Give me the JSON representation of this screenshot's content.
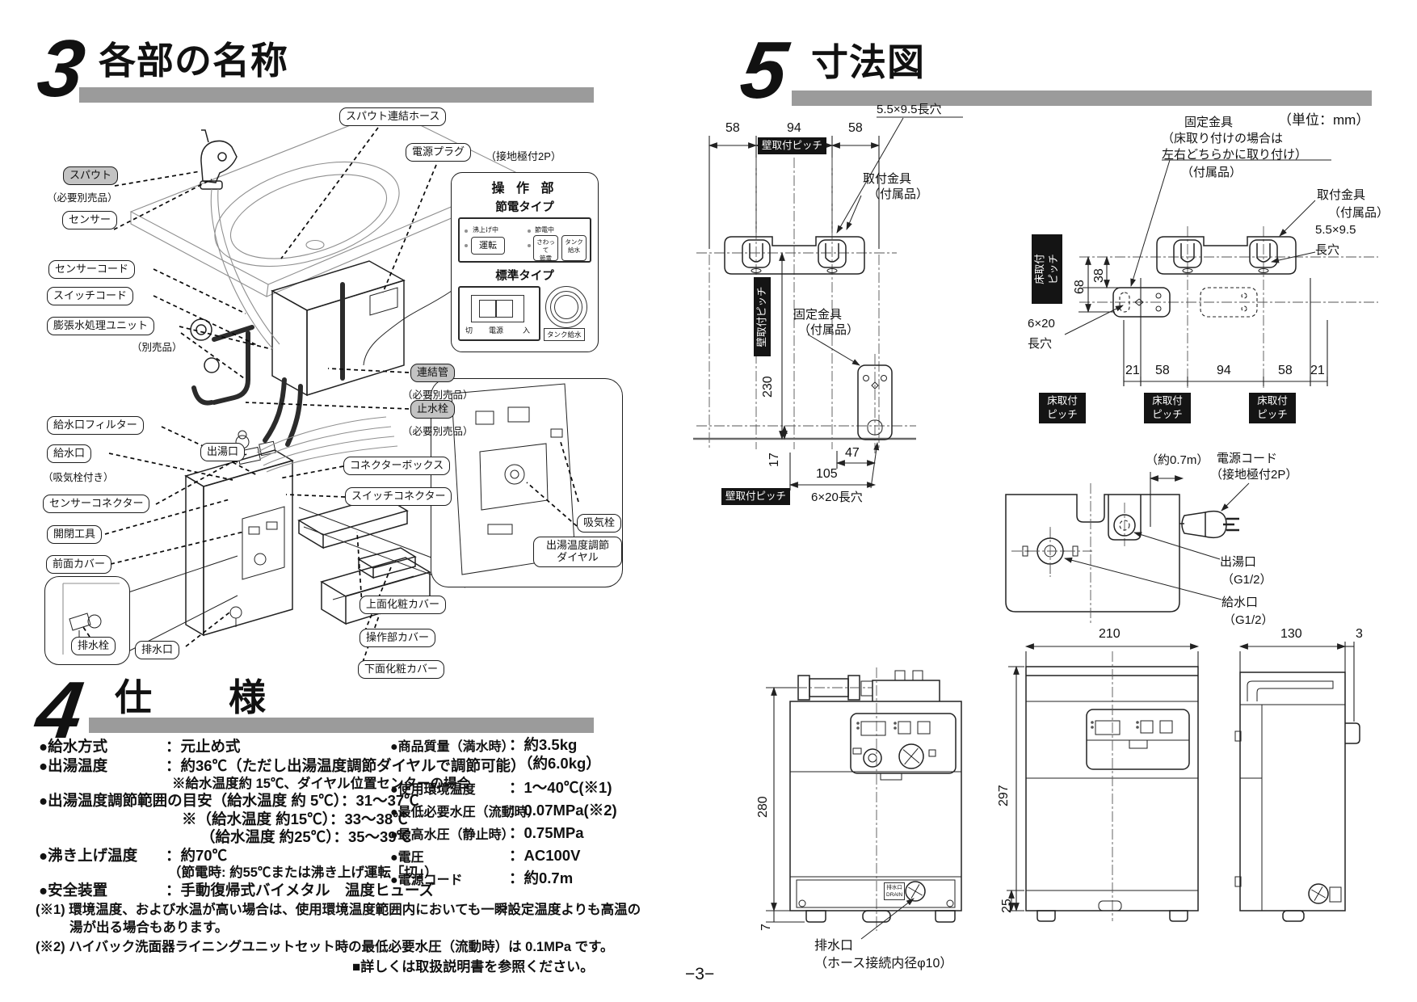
{
  "page": {
    "number": "−3−"
  },
  "s3": {
    "num": "3",
    "title": "各部の名称",
    "callouts": {
      "spout_hose": "スパウト連結ホース",
      "power_plug": "電源プラグ",
      "ground": "（接地極付2P）",
      "spout": "スパウト",
      "opt_note": "（必要別売品）",
      "sensor": "センサー",
      "sensor_cord": "センサーコード",
      "switch_cord": "スイッチコード",
      "expansion_unit": "膨張水処理ユニット",
      "sold_sep": "（別売品）",
      "inlet_filter": "給水口フィルター",
      "inlet": "給水口",
      "inlet_note": "（吸気栓付き）",
      "sensor_connector": "センサーコネクター",
      "tool": "開閉工具",
      "front_cover": "前面カバー",
      "drain_plug": "排水栓",
      "drain_outlet": "排水口",
      "hot_outlet": "出湯口",
      "connector_box": "コネクターボックス",
      "switch_connector": "スイッチコネクター",
      "connecting_pipe": "連結管",
      "stop_valve": "止水栓",
      "intake_valve": "吸気栓",
      "dial1": "出湯温度調節",
      "dial2": "ダイヤル",
      "top_cover": "上面化粧カバー",
      "panel_cover": "操作部カバー",
      "bottom_cover": "下面化粧カバー"
    },
    "panel": {
      "title": "操 作 部",
      "eco": "節電タイプ",
      "std": "標準タイプ",
      "boiling": "沸上げ中",
      "saving": "節電中",
      "run": "運転",
      "b1a": "さわって",
      "b1b": "節電",
      "b2a": "タンク",
      "b2b": "給水",
      "off": "切",
      "power": "電源",
      "on": "入",
      "tank": "タンク給水"
    }
  },
  "s4": {
    "num": "4",
    "title": "仕　　様",
    "left": {
      "l1_label": "●給水方式",
      "l1_value": "：元止め式",
      "l2_label": "●出湯温度",
      "l2_value": "：約36℃（ただし出湯温度調節ダイヤルで調節可能）",
      "l3": "※給水温度約 15℃、ダイヤル位置センターの場合",
      "l4": "●出湯温度調節範囲の目安（給水温度 約 5℃）：31～37℃",
      "l5": "※（給水温度 約15℃）：33～38℃",
      "l6": "（給水温度 約25℃）：35～39℃",
      "l7_label": "●沸き上げ温度",
      "l7_value": "：約70℃",
      "l8": "（節電時: 約55℃または沸き上げ運転「切」）",
      "l9_label": "●安全装置",
      "l9_value": "：手動復帰式バイメタル　温度ヒューズ"
    },
    "right": {
      "r1_label": "●商品質量（満水時）",
      "r1_value": "：約3.5kg",
      "r1_value2": "（約6.0kg）",
      "r2_label": "●使用環境温度",
      "r2_value": "：1～40℃(※1)",
      "r3_label": "●最低必要水圧（流動時）",
      "r3_value": "：0.07MPa(※2)",
      "r4_label": "●最高水圧（静止時）",
      "r4_value": "：0.75MPa",
      "r5_label": "●電圧",
      "r5_value": "：AC100V",
      "r6_label": "●電源コード",
      "r6_value": "：約0.7m"
    },
    "notes": {
      "n1a": "(※1) 環境温度、および水温が高い場合は、使用環境温度範囲内においても一瞬設定温度よりも高温の",
      "n1b": "湯が出る場合もあります。",
      "n2": "(※2) ハイバック洗面器ライニングユニットセット時の最低必要水圧（流動時）は 0.1MPa です。",
      "n3": "■詳しくは取扱説明書を参照ください。"
    }
  },
  "s5": {
    "num": "5",
    "title": "寸法図",
    "unit_note": "（単位：mm）",
    "wall_pitch": "壁取付ピッチ",
    "floor_pitch_l1": "床取付",
    "floor_pitch_l2": "ピッチ",
    "slot_a": "5.5×9.5長穴",
    "slot_a1": "5.5×9.5",
    "slot_b": "6×20長穴",
    "slot_b1": "6×20",
    "slot_tail": "長穴",
    "bracket": "取付金具",
    "fixing": "固定金具",
    "accessory": "（付属品）",
    "fix1": "（床取り付けの場合は",
    "fix2": "左右どちらかに取り付け）",
    "cord_len": "（約0.7m）",
    "power_cord": "電源コード",
    "g12": "（G1/2）",
    "drain_hose": "（ホース接続内径φ10）",
    "drain_en": "DRAIN",
    "d58": "58",
    "d94": "94",
    "d21": "21",
    "d17": "17",
    "d47": "47",
    "d105": "105",
    "d230": "230",
    "d38": "38",
    "d68": "68",
    "d280": "280",
    "d7": "7",
    "d210": "210",
    "d297": "297",
    "d25": "25",
    "d130": "130",
    "d3": "3"
  }
}
